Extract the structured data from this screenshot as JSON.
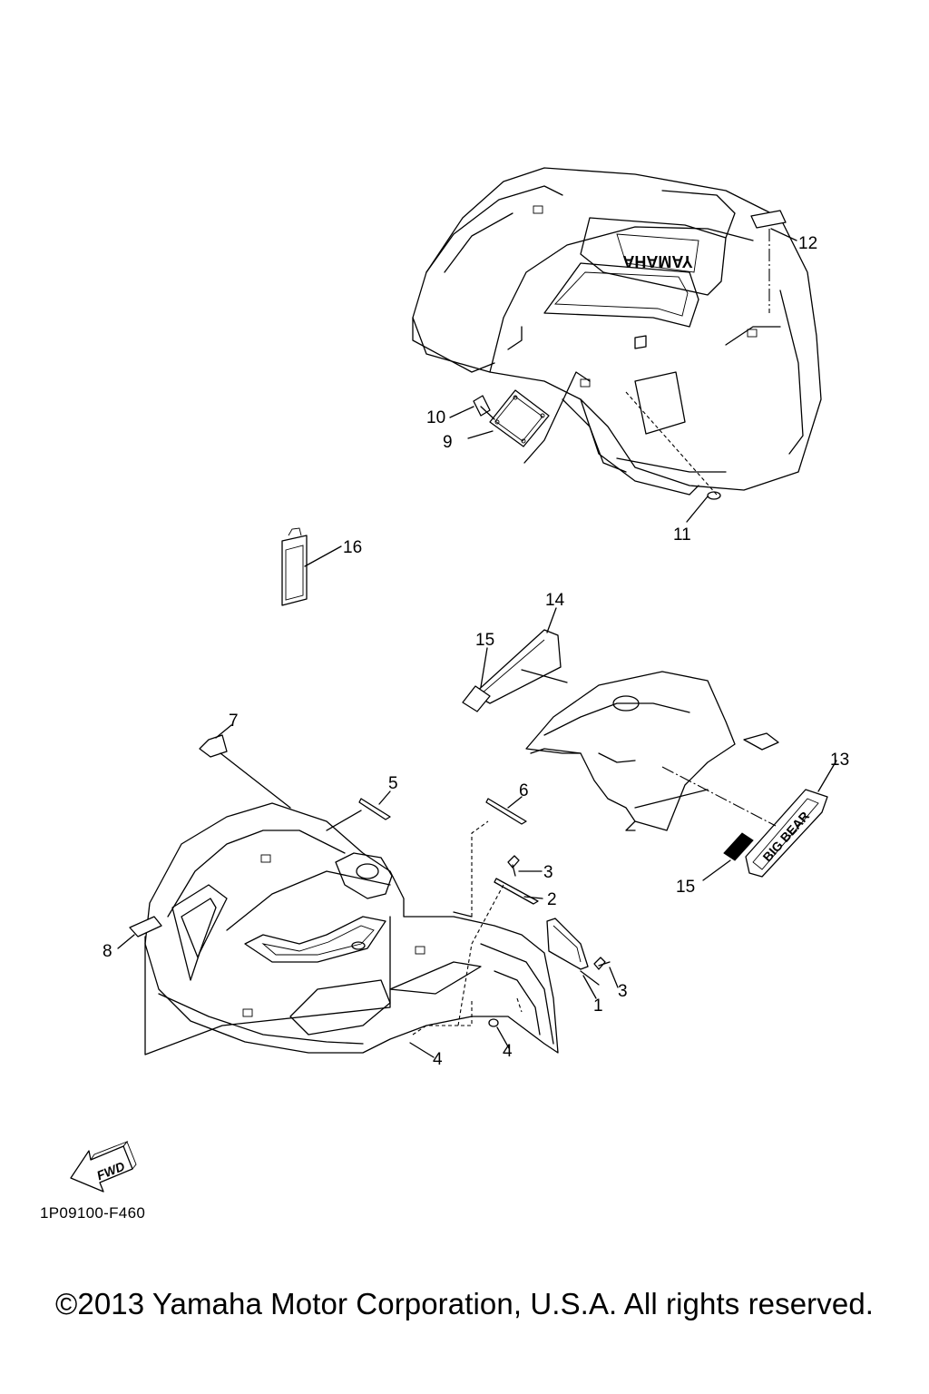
{
  "callouts": [
    "1",
    "2",
    "3",
    "3",
    "4",
    "4",
    "5",
    "6",
    "7",
    "8",
    "9",
    "10",
    "11",
    "12",
    "13",
    "14",
    "15",
    "15",
    "16"
  ],
  "fwd_label": "FWD",
  "rear_fender_text": "YAMAHA",
  "diagram_code": "1P09100-F460",
  "copyright": "©2013 Yamaha Motor Corporation, U.S.A. All rights reserved."
}
